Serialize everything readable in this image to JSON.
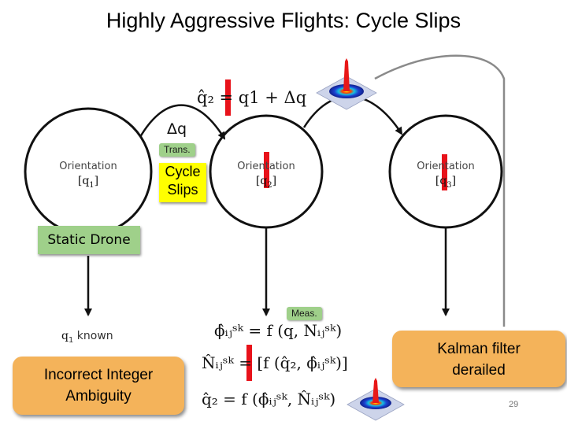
{
  "slide": {
    "title": "Highly Aggressive Flights: Cycle Slips",
    "page_number": "29"
  },
  "states": [
    {
      "label": "Orientation",
      "var": "[q",
      "sub": "1",
      "close": "]"
    },
    {
      "label": "Orientation",
      "var": "[q",
      "sub": "2",
      "close": "]"
    },
    {
      "label": "Orientation",
      "var": "[q",
      "sub": "3",
      "close": "]"
    }
  ],
  "labels": {
    "delta_q": "Δq",
    "trans": "Trans.",
    "cycle_slips_line1": "Cycle",
    "cycle_slips_line2": "Slips",
    "static_drone": "Static Drone",
    "meas": "Meas.",
    "q1_known_var": "q",
    "q1_known_sub": "1",
    "q1_known_text": " known",
    "incorrect_line1": "Incorrect Integer",
    "incorrect_line2": "Ambiguity",
    "kalman_line1": "Kalman filter",
    "kalman_line2": "derailed"
  },
  "equations": {
    "top": "q̂₂ = q1 + Δq",
    "phi": "ϕ̂ᵢⱼˢᵏ = f (q, Nᵢⱼˢᵏ)",
    "n": "N̂ᵢⱼˢᵏ = [f (q̂₂, ϕ̂ᵢⱼˢᵏ)]",
    "q2": "q̂₂ = f (ϕ̂ᵢⱼˢᵏ, N̂ᵢⱼˢᵏ)"
  },
  "colors": {
    "red_marker": "#e8121a",
    "green_tag": "#9fd08a",
    "yellow_box": "#ffff00",
    "orange_box": "#f4b35a"
  }
}
